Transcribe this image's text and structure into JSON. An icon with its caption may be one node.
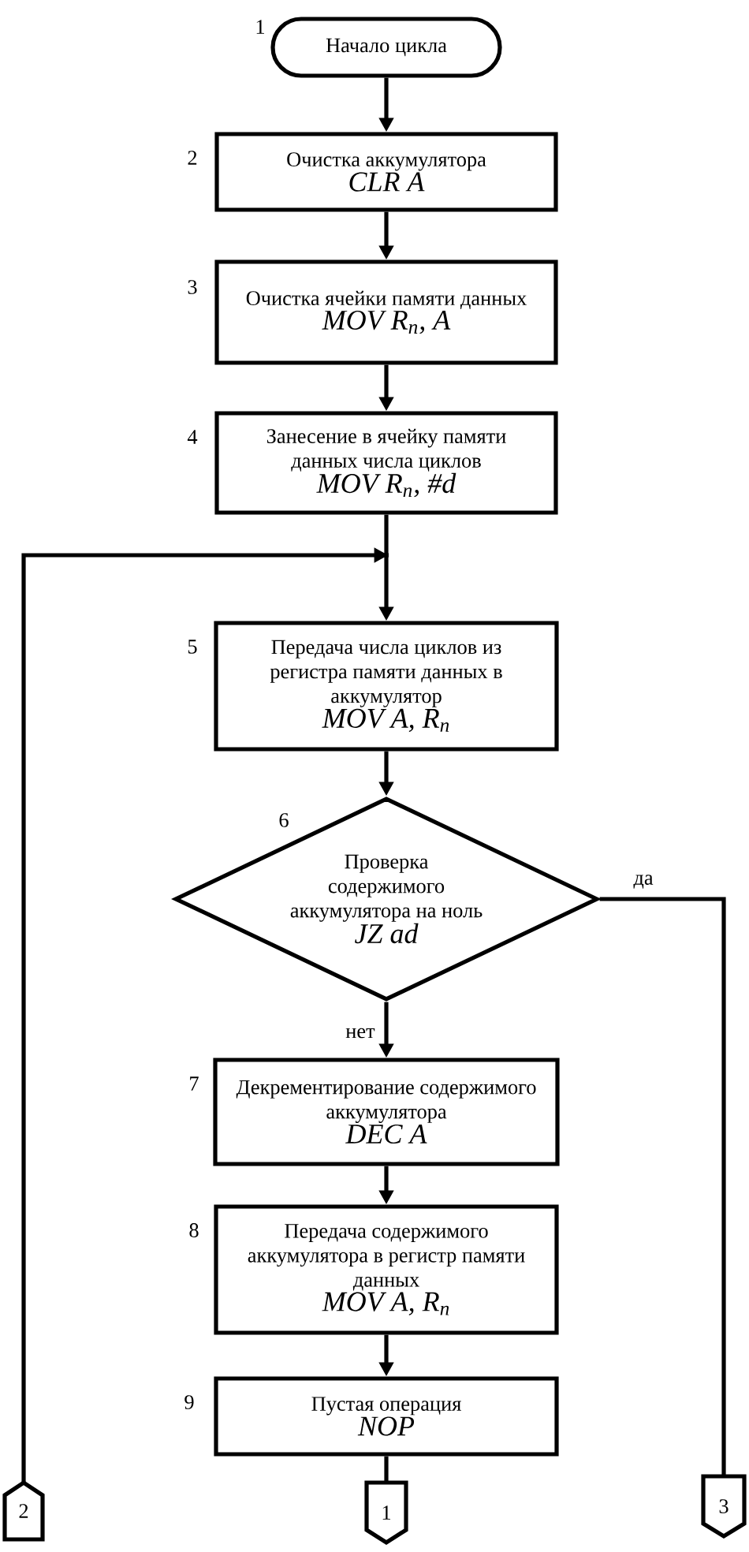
{
  "diagram": {
    "nodes": [
      {
        "text": [
          "Начало цикла"
        ],
        "beside": [
          "1"
        ]
      },
      {
        "text": [
          "Очистка аккумулятора",
          "CLR A"
        ],
        "beside": [
          "2"
        ]
      },
      {
        "text": [
          "Очистка ячейки памяти данных",
          "MOV R$_{n}$, A"
        ],
        "beside": [
          "3"
        ]
      },
      {
        "text": [
          "Занесение в ячейку памяти данных числа циклов",
          "MOV R$_{n}$, #d"
        ],
        "beside": [
          "4"
        ]
      },
      {
        "text": [
          "Передача числа циклов из регистра памяти данных в аккумулятор",
          "MOV A, R$_{n}$"
        ],
        "beside": [
          "5"
        ]
      },
      {
        "text": [
          "Проверка содержимого аккумулятора на ноль",
          "JZ ad"
        ],
        "beside": [
          "6"
        ]
      },
      {
        "text": [
          "Декрементирование содержимого аккумулятора",
          "DEC A"
        ],
        "beside": [
          "7"
        ]
      },
      {
        "text": [
          "Передача содержимого аккумулятора в регистр памяти данных",
          "MOV A, R$_{n}$"
        ],
        "beside": [
          "8"
        ]
      },
      {
        "text": [
          "Пустая операция",
          "NOP"
        ],
        "beside": [
          "9"
        ]
      },
      {
        "text": [
          "2"
        ]
      },
      {
        "text": [
          "1"
        ]
      },
      {
        "text": [
          "3"
        ]
      }
    ],
    "edges": [
      {
        "from": 0,
        "to": 1,
        "arrow": "to"
      },
      {
        "from": 1,
        "to": 2,
        "arrow": "to"
      },
      {
        "from": 2,
        "to": 3,
        "arrow": "to"
      },
      {
        "from": 3,
        "to": 4,
        "arrow": "to"
      },
      {
        "from": 9,
        "to": 4,
        "arrow": "to"
      },
      {
        "from": 4,
        "to": 5,
        "arrow": "to"
      },
      {
        "from": 5,
        "to": 6,
        "arrow": "to",
        "label": "нет"
      },
      {
        "from": 5,
        "to": 11,
        "arrow": "none",
        "label": "да"
      },
      {
        "from": 6,
        "to": 7,
        "arrow": "to"
      },
      {
        "from": 7,
        "to": 8,
        "arrow": "to"
      },
      {
        "from": 8,
        "to": 10,
        "arrow": "none"
      }
    ]
  }
}
